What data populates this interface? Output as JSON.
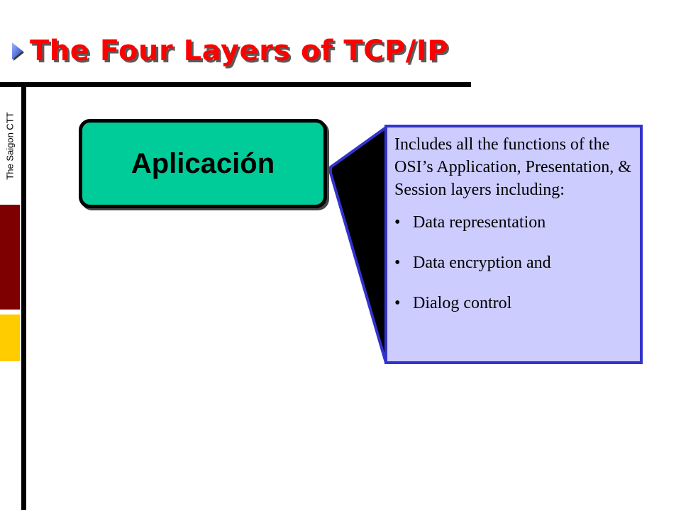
{
  "slide": {
    "title": "The Four Layers of TCP/IP",
    "side_label": "The Saigon CTT",
    "layer": {
      "label": "Aplicación"
    },
    "description": {
      "intro": "Includes all the functions of the OSI’s Application, Presentation, & Session layers including:",
      "bullet_char": "•",
      "items": [
        "Data representation",
        "Data encryption and",
        "Dialog control"
      ]
    }
  },
  "colors": {
    "title": "#ff0000",
    "layer_fill": "#00cc99",
    "desc_fill": "#ccccff",
    "desc_border": "#3333cc",
    "side_red": "#7f0000",
    "side_yellow": "#ffcc00"
  },
  "icons": {
    "title_bullet": "triangle-bullet-icon"
  }
}
